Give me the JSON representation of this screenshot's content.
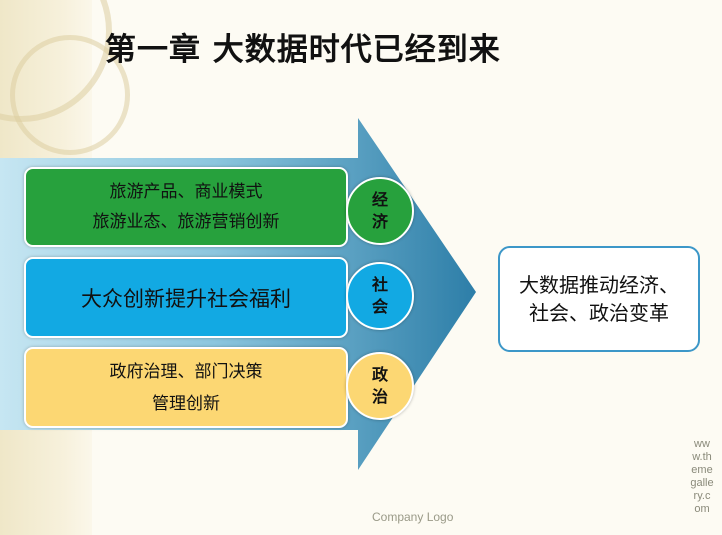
{
  "slide": {
    "title": "第一章   大数据时代已经到来"
  },
  "panels": [
    {
      "lines": [
        "旅游产品、商业模式",
        "旅游业态、旅游营销创新"
      ],
      "color": "#27a13d"
    },
    {
      "lines": [
        "大众创新提升社会福利"
      ],
      "color": "#12a9e3"
    },
    {
      "lines": [
        "政府治理、部门决策",
        "管理创新"
      ],
      "color": "#fcd773"
    }
  ],
  "badges": [
    {
      "lines": [
        "经",
        "济"
      ],
      "color": "#27a13d"
    },
    {
      "lines": [
        "社",
        "会"
      ],
      "color": "#12a9e3"
    },
    {
      "lines": [
        "政",
        "治"
      ],
      "color": "#fcd773"
    }
  ],
  "result": {
    "lines": [
      "大数据推动经济、",
      "社会、政治变革"
    ],
    "border_color": "#3c97c8"
  },
  "footer": {
    "logo_text": "Company Logo",
    "url_lines": [
      "ww",
      "w.th",
      "eme",
      "galle",
      "ry.c",
      "om"
    ]
  },
  "colors": {
    "arrow_dark": "#2d7ea8",
    "arrow_light": "#c6e6f2"
  }
}
